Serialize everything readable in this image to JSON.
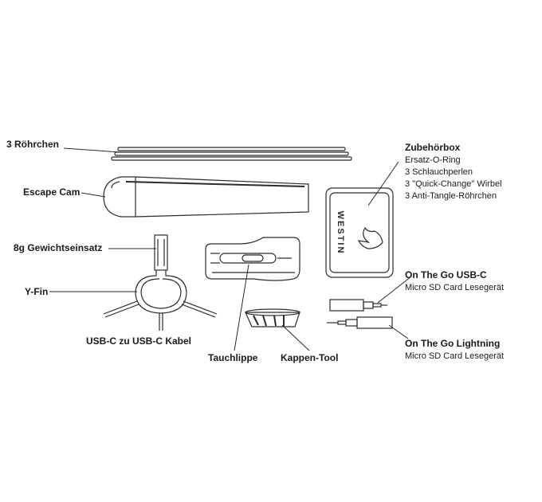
{
  "labels": {
    "roehrchen": "3 Röhrchen",
    "escape_cam": "Escape Cam",
    "gewicht": "8g Gewichtseinsatz",
    "yfin": "Y-Fin",
    "kabel": "USB-C zu USB-C Kabel",
    "tauchlippe": "Tauchlippe",
    "kappen": "Kappen-Tool"
  },
  "zubehoer": {
    "title": "Zubehörbox",
    "items": [
      "Ersatz-O-Ring",
      "3 Schlauchperlen",
      "3 \"Quick-Change\" Wirbel",
      "3 Anti-Tangle-Röhrchen"
    ],
    "brand": "WESTIN"
  },
  "usbc_reader": {
    "title": "On The Go USB-C",
    "subtitle": "Micro SD Card Lesegerät"
  },
  "lightning_reader": {
    "title": "On The Go Lightning",
    "subtitle": "Micro SD Card Lesegerät"
  }
}
